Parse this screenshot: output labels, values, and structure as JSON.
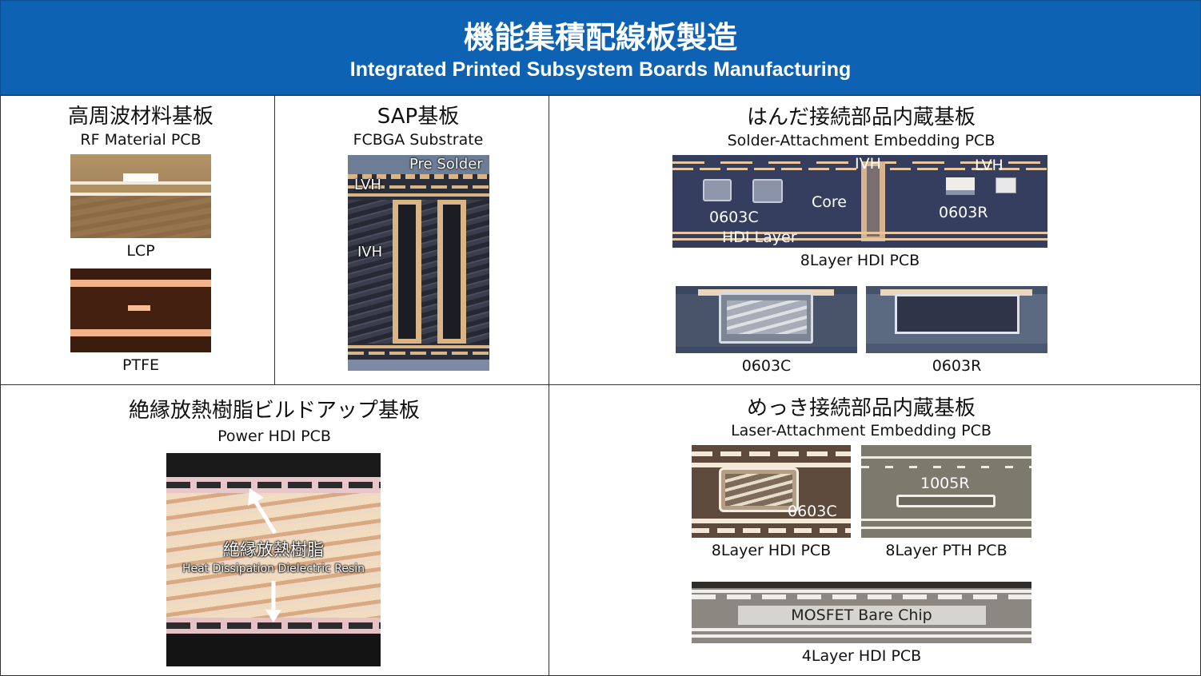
{
  "header": {
    "title_jp": "機能集積配線板製造",
    "title_en": "Integrated Printed Subsystem Boards Manufacturing"
  },
  "rf": {
    "title_jp": "高周波材料基板",
    "title_en": "RF Material PCB",
    "label_1": "LCP",
    "label_2": "PTFE"
  },
  "sap": {
    "title_jp": "SAP基板",
    "title_en": "FCBGA Substrate",
    "pre_solder": "Pre Solder",
    "lvh": "LVH",
    "ivh": "IVH"
  },
  "solder": {
    "title_jp": "はんだ接続部品内蔵基板",
    "title_en": "Solder-Attachment Embedding PCB",
    "ivh": "IVH",
    "lvh": "LVH",
    "core": "Core",
    "c0603": "0603C",
    "r0603": "0603R",
    "hdi_layer": "HDI Layer",
    "caption_main": "8Layer HDI PCB",
    "caption_c": "0603C",
    "caption_r": "0603R"
  },
  "power": {
    "title_jp": "絶縁放熱樹脂ビルドアップ基板",
    "title_en": "Power HDI PCB",
    "resin_jp": "絶縁放熱樹脂",
    "resin_en": "Heat Dissipation Dielectric Resin"
  },
  "plating": {
    "title_jp": "めっき接続部品内蔵基板",
    "title_en": "Laser-Attachment Embedding PCB",
    "c0603": "0603C",
    "r1005": "1005R",
    "caption_1": "8Layer HDI PCB",
    "caption_2": "8Layer PTH PCB",
    "mosfet": "MOSFET Bare Chip",
    "caption_3": "4Layer HDI PCB"
  },
  "colors": {
    "header_bg": "#0d62b4",
    "copper": "#e8a67a",
    "dark_substrate": "#2a2d3a"
  }
}
